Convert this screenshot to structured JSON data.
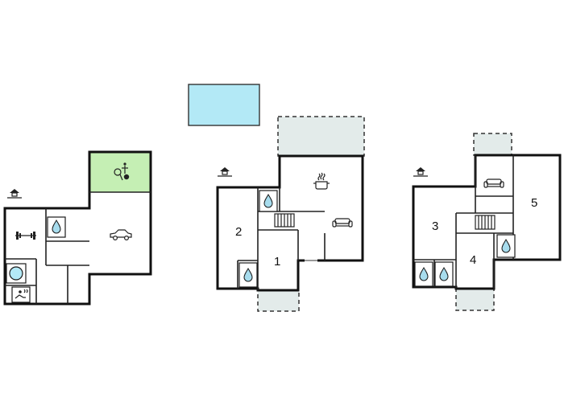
{
  "colors": {
    "pool": "#b3e9f6",
    "garden": "#c5efb4",
    "terrace": "#e3ebea",
    "wall": "#111111",
    "water": "#a7dced"
  },
  "floor_plans": [
    {
      "rooms": [],
      "icons": [
        "entrance-icon",
        "dumbbell-icon",
        "bathroom-icon",
        "whirlpool-icon",
        "sauna-icon",
        "car-icon",
        "garden-play-icon"
      ]
    },
    {
      "rooms": [
        "2",
        "1"
      ],
      "icons": [
        "entrance-icon",
        "cooking-pot-icon",
        "sofa-icon",
        "stairs-icon",
        "bathroom-icon",
        "bathroom-icon"
      ]
    },
    {
      "rooms": [
        "3",
        "4",
        "5"
      ],
      "icons": [
        "entrance-icon",
        "sofa-icon",
        "stairs-icon",
        "bathroom-icon",
        "bathroom-icon",
        "bathroom-icon"
      ]
    }
  ]
}
